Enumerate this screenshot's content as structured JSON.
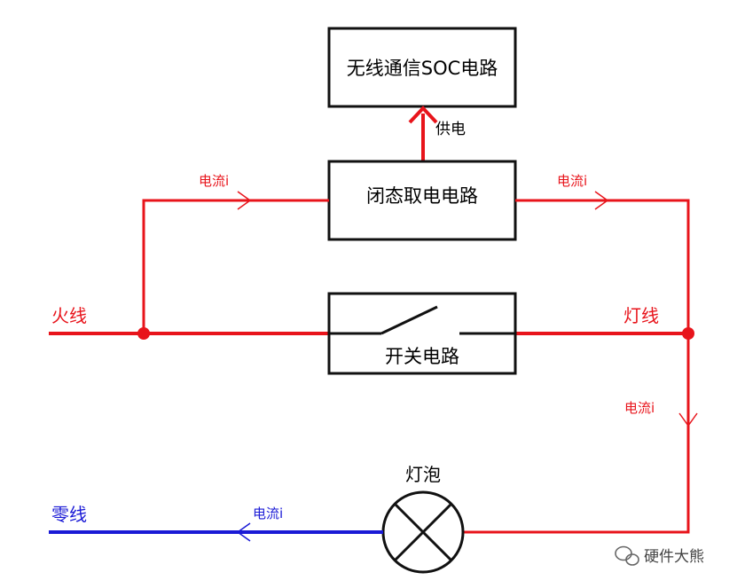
{
  "blocks": {
    "soc": "无线通信SOC电路",
    "off_state": "闭态取电电路",
    "switch": "开关电路"
  },
  "labels": {
    "power_supply": "供电",
    "live_wire": "火线",
    "lamp_wire": "灯线",
    "neutral_wire": "零线",
    "bulb": "灯泡",
    "current_top_left": "电流i",
    "current_top_right": "电流i",
    "current_right": "电流i",
    "current_bottom": "电流i"
  },
  "watermark": "硬件大熊",
  "colors": {
    "live": "#e8141b",
    "neutral": "#1a1ad6",
    "outline": "#111111"
  }
}
